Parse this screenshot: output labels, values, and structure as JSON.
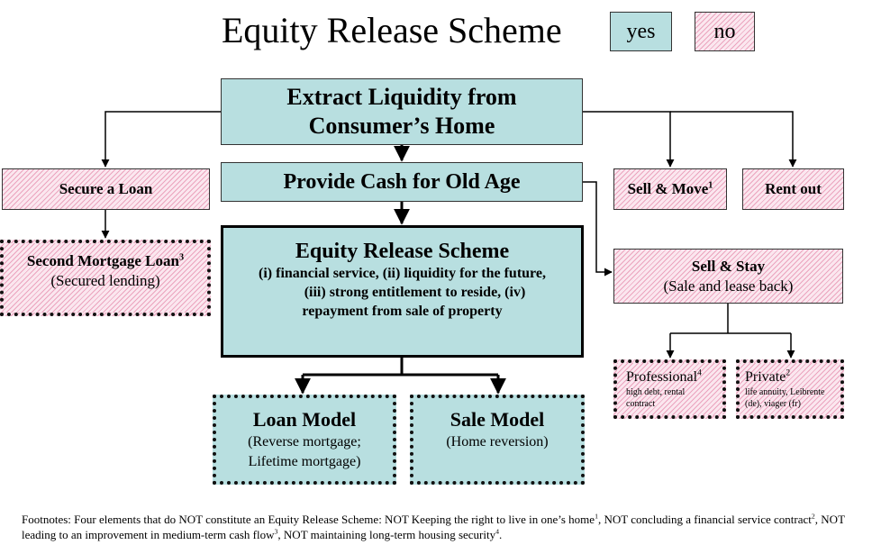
{
  "title": "Equity Release Scheme",
  "legend": {
    "yes": "yes",
    "no": "no"
  },
  "nodes": {
    "extract": "Extract Liquidity from Consumer’s Home",
    "provide": "Provide Cash for Old Age",
    "scheme": {
      "title": "Equity Release Scheme",
      "line1": "(i) financial service, (ii) liquidity for the future,",
      "line2": "(iii) strong entitlement to reside, (iv)",
      "line3": "repayment from sale of property"
    },
    "secure_loan": "Secure a Loan",
    "second_mortgage": {
      "title": "Second Mortgage Loan",
      "note": "3",
      "sub": "(Secured lending)"
    },
    "sell_move": {
      "title": "Sell & Move",
      "note": "1"
    },
    "rent_out": "Rent out",
    "sell_stay": {
      "title": "Sell & Stay",
      "sub": "(Sale and lease back)"
    },
    "professional": {
      "title": "Professional",
      "note": "4",
      "line1": "high debt, rental",
      "line2": "contract"
    },
    "private": {
      "title": "Private",
      "note": "2",
      "line1": "life annuity, Leibrente",
      "line2": "(de), viager (fr)"
    },
    "loan_model": {
      "title": "Loan Model",
      "line1": "(Reverse mortgage;",
      "line2": "Lifetime mortgage)"
    },
    "sale_model": {
      "title": "Sale Model",
      "line1": "(Home reversion)"
    }
  },
  "footnotes": {
    "p1": "Footnotes: Four elements that do NOT constitute an Equity Release Scheme: NOT Keeping the right to live in one’s home",
    "n1": "1",
    "p2": ", NOT concluding a financial service contract",
    "n2": "2",
    "p3": ", NOT leading to an improvement in medium-term cash flow",
    "n3": "3",
    "p4": ", NOT maintaining long-term housing security",
    "n4": "4",
    "p5": "."
  }
}
